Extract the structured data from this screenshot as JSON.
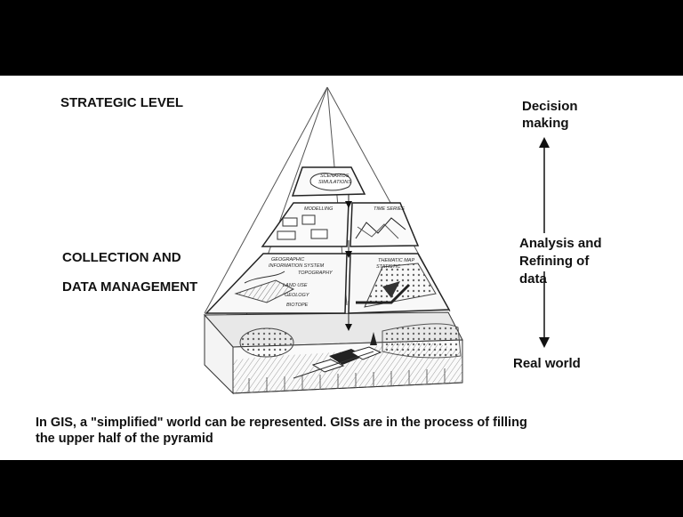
{
  "labels": {
    "strategic": "STRATEGIC LEVEL",
    "collection_1": "COLLECTION AND",
    "collection_2": "DATA MANAGEMENT",
    "decision_1": "Decision",
    "decision_2": "making",
    "analysis_1": "Analysis and",
    "analysis_2": "Refining of",
    "analysis_3": "data",
    "real_world": "Real world"
  },
  "panels": {
    "scenarios_1": "SCENARIOS",
    "scenarios_2": "SIMULATIONS",
    "modelling": "MODELLING",
    "time_series": "TIME SERIES",
    "gis_1": "GEOGRAPHIC",
    "gis_2": "INFORMATION SYSTEM",
    "topography": "TOPOGRAPHY",
    "land_use": "LAND USE",
    "geology": "GEOLOGY",
    "biotope": "BIOTOPE",
    "thematic_1": "THEMATIC MAP",
    "thematic_2": "STATISTIC"
  },
  "caption": {
    "line1": "In GIS, a \"simplified\" world can be represented. GISs are in the process of filling",
    "line2": "the upper half of the pyramid"
  }
}
